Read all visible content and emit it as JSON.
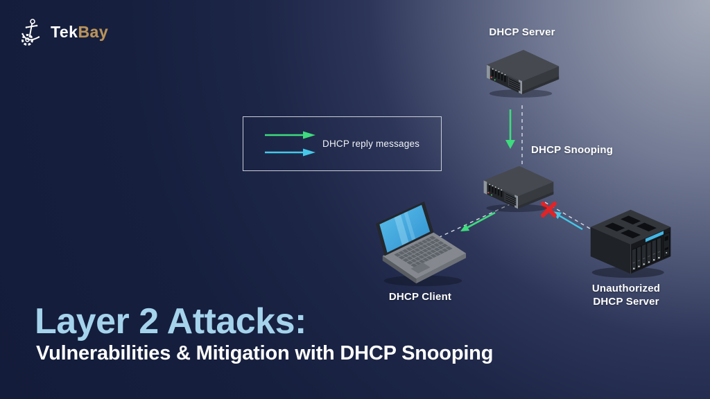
{
  "logo": {
    "brand": {
      "part1": "Tek",
      "part2": "Bay"
    }
  },
  "legend": {
    "label": "DHCP reply messages"
  },
  "diagram": {
    "server": {
      "label": "DHCP Server"
    },
    "snooping": {
      "label": "DHCP Snooping"
    },
    "client": {
      "label": "DHCP Client"
    },
    "rogue": {
      "line1": "Unauthorized",
      "line2": "DHCP Server"
    }
  },
  "title": {
    "heading": "Layer 2 Attacks:",
    "subheading": "Vulnerabilities & Mitigation with DHCP Snooping"
  },
  "colors": {
    "reply_green": "#3edc7e",
    "reply_cyan": "#45c8e8",
    "blocked_red": "#e02427",
    "dashed_line": "#e6ebf2",
    "heading_blue": "#a5d3ec",
    "brand_gold": "#b9945e"
  }
}
